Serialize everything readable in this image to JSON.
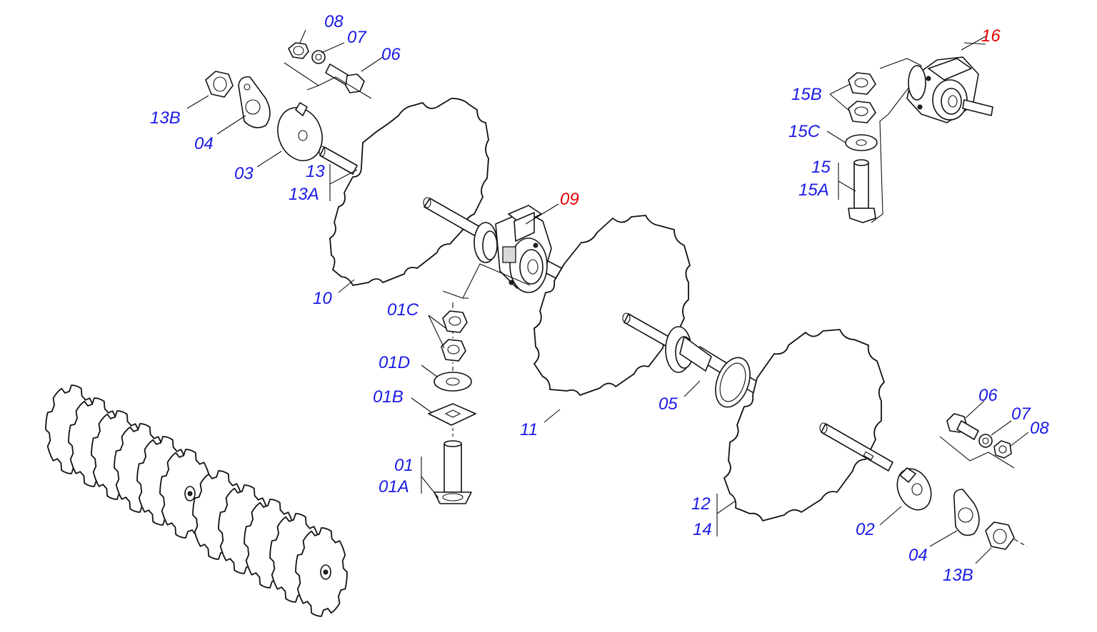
{
  "diagram": {
    "colors": {
      "label": "#1a1ae6",
      "highlight": "#e60000",
      "line": "#111111"
    },
    "labels": {
      "p08_top": "08",
      "p07_top": "07",
      "p06_top": "06",
      "p13B_top": "13B",
      "p04_top": "04",
      "p03": "03",
      "p13": "13",
      "p13A": "13A",
      "p10": "10",
      "p09": "09",
      "p01C": "01C",
      "p01D": "01D",
      "p01B": "01B",
      "p01": "01",
      "p01A": "01A",
      "p11": "11",
      "p05": "05",
      "p16": "16",
      "p15B": "15B",
      "p15C": "15C",
      "p15": "15",
      "p15A": "15A",
      "p06_bot": "06",
      "p07_bot": "07",
      "p08_bot": "08",
      "p12": "12",
      "p14": "14",
      "p02": "02",
      "p04_bot": "04",
      "p13B_bot": "13B"
    }
  }
}
